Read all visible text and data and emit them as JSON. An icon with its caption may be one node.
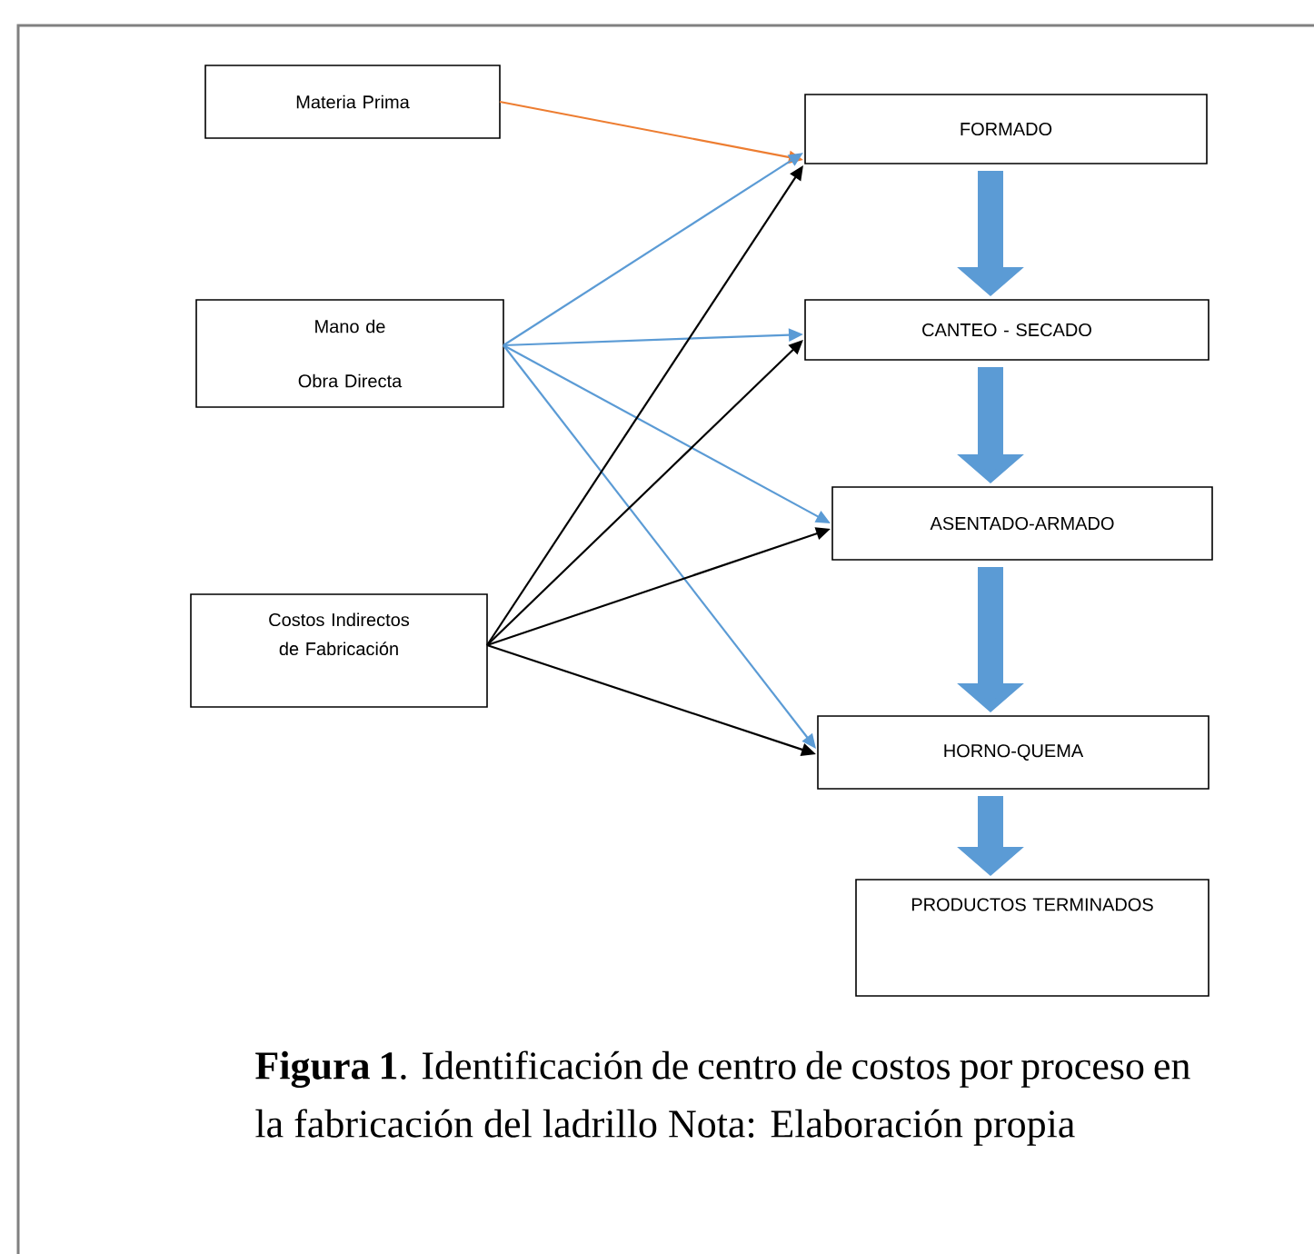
{
  "diagram": {
    "caption": "**Figura 1**. Identificación de centro de costos por proceso en la fabricación del ladrillo Nota: Elaboración propia",
    "nodes": [
      {
        "text": [
          "Materia Prima"
        ]
      },
      {
        "text": [
          "Mano de Obra Directa"
        ]
      },
      {
        "text": [
          "Costos Indirectos de Fabricación"
        ]
      },
      {
        "text": [
          "FORMADO"
        ]
      },
      {
        "text": [
          "CANTEO - SECADO"
        ]
      },
      {
        "text": [
          "ASENTADO-ARMADO"
        ]
      },
      {
        "text": [
          "HORNO-QUEMA"
        ]
      },
      {
        "text": [
          "PRODUCTOS TERMINADOS"
        ]
      }
    ],
    "edges": [
      {
        "from": 0,
        "to": 3,
        "arrow": "to",
        "color": "#ed7d31"
      },
      {
        "from": 1,
        "to": 3,
        "arrow": "to",
        "color": "#5b9bd5"
      },
      {
        "from": 1,
        "to": 4,
        "arrow": "to",
        "color": "#5b9bd5"
      },
      {
        "from": 1,
        "to": 5,
        "arrow": "to",
        "color": "#5b9bd5"
      },
      {
        "from": 1,
        "to": 6,
        "arrow": "to",
        "color": "#5b9bd5"
      },
      {
        "from": 2,
        "to": 3,
        "arrow": "to",
        "color": "#000000"
      },
      {
        "from": 2,
        "to": 4,
        "arrow": "to",
        "color": "#000000"
      },
      {
        "from": 2,
        "to": 5,
        "arrow": "to",
        "color": "#000000"
      },
      {
        "from": 2,
        "to": 6,
        "arrow": "to",
        "color": "#000000"
      },
      {
        "from": 3,
        "to": 4,
        "arrow": "to",
        "style": "thick",
        "color": "#5b9bd5"
      },
      {
        "from": 4,
        "to": 5,
        "arrow": "to",
        "style": "thick",
        "color": "#5b9bd5"
      },
      {
        "from": 5,
        "to": 6,
        "arrow": "to",
        "style": "thick",
        "color": "#5b9bd5"
      },
      {
        "from": 6,
        "to": 7,
        "arrow": "to",
        "style": "thick",
        "color": "#5b9bd5"
      }
    ]
  }
}
